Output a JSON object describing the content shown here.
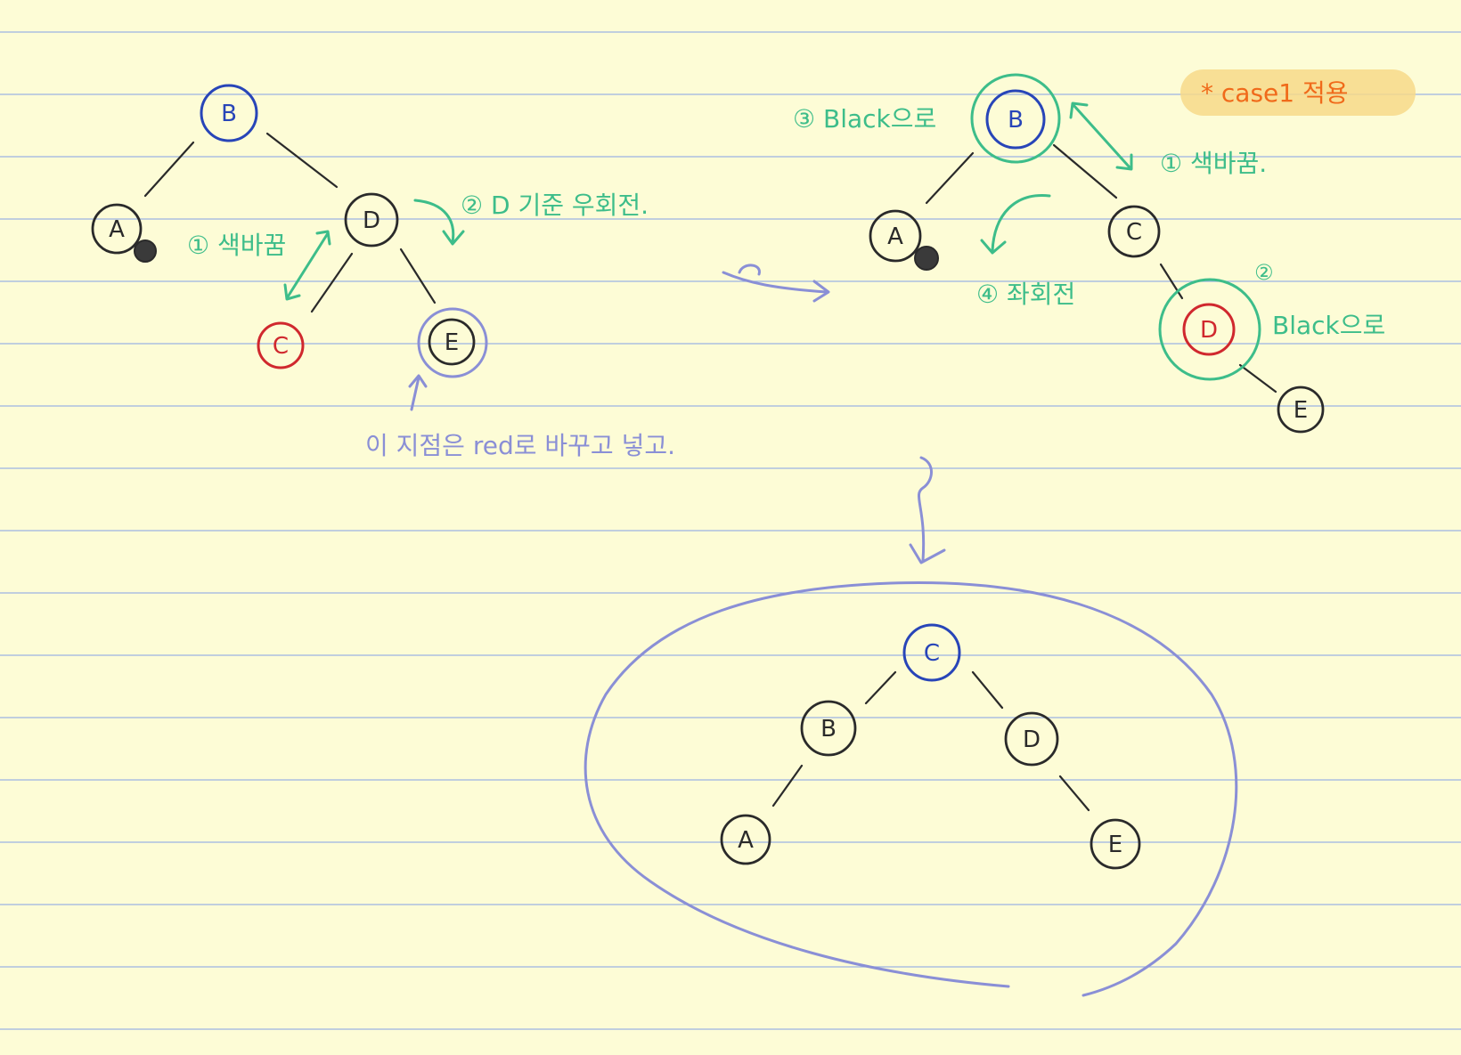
{
  "colors": {
    "paper": "#fdfcd6",
    "rule": "#9cb2e2",
    "ink": "#2a2a2a",
    "blue": "#2845b8",
    "red": "#d0282e",
    "green": "#3dbd8a",
    "purple": "#8a8fd6",
    "orange": "#f06a1a",
    "highlight": "#f7d98a"
  },
  "tree1": {
    "B": "B",
    "A": "A",
    "D": "D",
    "C": "C",
    "E": "E",
    "note_recolor": "① 색바꿈",
    "note_rotate": "② D 기준 우회전.",
    "note_red": "이 지점은 red로 바꾸고 넣고."
  },
  "tree2": {
    "B": "B",
    "A": "A",
    "C": "C",
    "D": "D",
    "E": "E",
    "note_black_b": "③ Black으로",
    "note_recolor": "① 색바꿈.",
    "note_rotate": "④ 좌회전",
    "note_black_d_num": "②",
    "note_black_d": "Black으로"
  },
  "title_badge": "* case1 적용",
  "tree3": {
    "C": "C",
    "B": "B",
    "D": "D",
    "A": "A",
    "E": "E"
  }
}
